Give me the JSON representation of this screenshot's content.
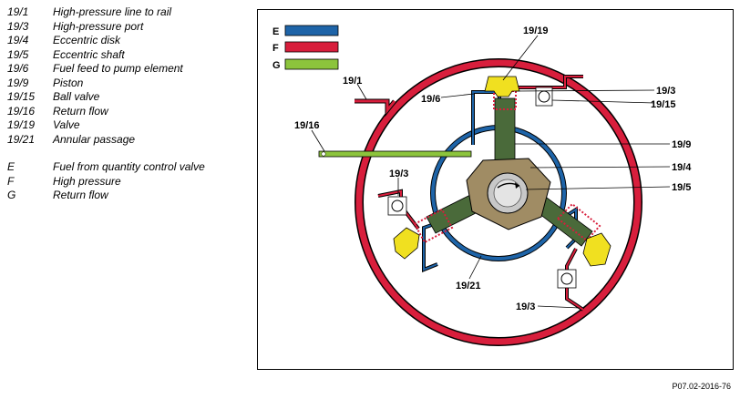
{
  "legend": {
    "parts": [
      {
        "code": "19/1",
        "text": "High-pressure line to rail"
      },
      {
        "code": "19/3",
        "text": "High-pressure port"
      },
      {
        "code": "19/4",
        "text": "Eccentric disk"
      },
      {
        "code": "19/5",
        "text": "Eccentric shaft"
      },
      {
        "code": "19/6",
        "text": "Fuel feed to pump element"
      },
      {
        "code": "19/9",
        "text": "Piston"
      },
      {
        "code": "19/15",
        "text": "Ball valve"
      },
      {
        "code": "19/16",
        "text": "Return flow"
      },
      {
        "code": "19/19",
        "text": "Valve"
      },
      {
        "code": "19/21",
        "text": "Annular passage"
      }
    ],
    "media": [
      {
        "code": "E",
        "text": "Fuel from quantity control valve"
      },
      {
        "code": "F",
        "text": "High pressure"
      },
      {
        "code": "G",
        "text": "Return flow"
      }
    ]
  },
  "diagram": {
    "key": [
      {
        "code": "E",
        "color": "#1e64a8"
      },
      {
        "code": "F",
        "color": "#d81e3c"
      },
      {
        "code": "G",
        "color": "#8cc43c"
      }
    ],
    "labels": {
      "l19_19": "19/19",
      "l19_1": "19/1",
      "l19_6": "19/6",
      "l19_3_top": "19/3",
      "l19_15": "19/15",
      "l19_16": "19/16",
      "l19_9": "19/9",
      "l19_4": "19/4",
      "l19_5": "19/5",
      "l19_3_left": "19/3",
      "l19_21": "19/21",
      "l19_3_bottom": "19/3"
    },
    "colors": {
      "piston": "#4a6a3a",
      "eccentric": "#a08c64",
      "valve": "#f0e020"
    }
  },
  "figure_ref": "P07.02-2016-76"
}
